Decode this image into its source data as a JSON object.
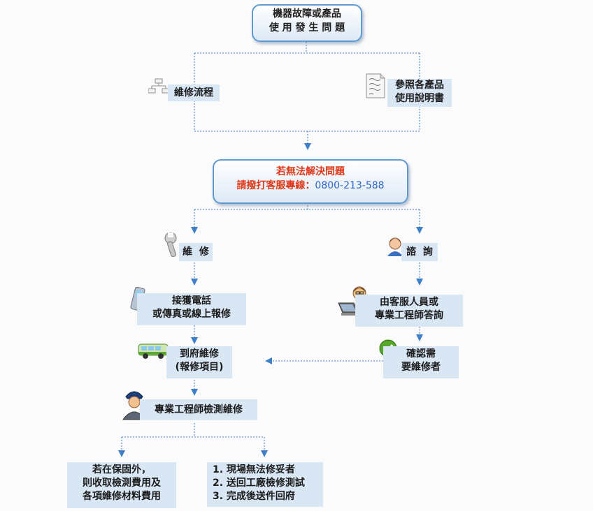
{
  "top_box": {
    "line1": "機器故障或產品",
    "line2": "使 用 發 生 問 題"
  },
  "repair_flow": {
    "label": "維修流程"
  },
  "manual": {
    "line1": "參照各產品",
    "line2": "使用說明書"
  },
  "service_box": {
    "line1": "若無法解決問題",
    "line2_prefix": "請撥打客服專線：",
    "phone": "0800-213-588"
  },
  "repair": {
    "label": "維  修"
  },
  "inquiry": {
    "label": "諮  詢"
  },
  "report": {
    "line1": "接獲電話",
    "line2": "或傳真或線上報修"
  },
  "onsite": {
    "line1": "到府維修",
    "line2": "(報修項目)"
  },
  "engineer": {
    "label": "專業工程師檢測維修"
  },
  "cs_answer": {
    "line1": "由客服人員或",
    "line2": "專業工程師答詢"
  },
  "confirm": {
    "line1": "確認需",
    "line2": "要維修者"
  },
  "out_warranty": {
    "line1": "若在保固外，",
    "line2": "則收取檢測費用及",
    "line3": "各項維修材料費用"
  },
  "steps": {
    "line1": "1. 現場無法修妥者",
    "line2": "2. 送回工廠檢修測試",
    "line3": "3. 完成後送件回府"
  },
  "colors": {
    "arrow": "#3f7fc9",
    "box": "#d9e7f5",
    "border": "#5e9bd2",
    "red": "#e03a1b",
    "phone": "#2f65c8"
  }
}
